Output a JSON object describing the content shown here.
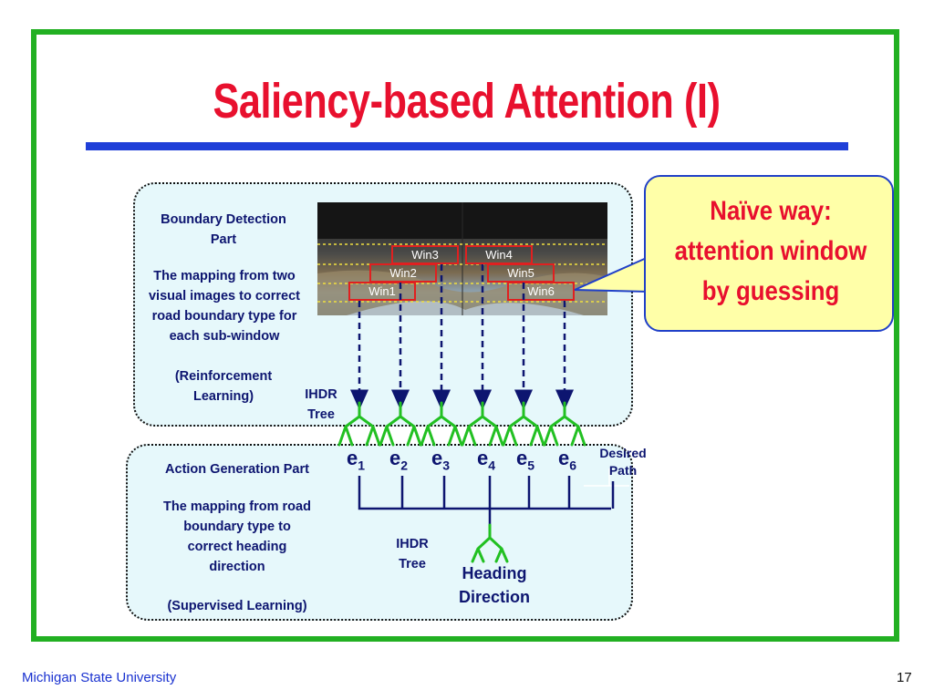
{
  "title": "Saliency-based Attention (I)",
  "callout": {
    "lines": [
      "Naïve way:",
      "attention window",
      "by guessing"
    ]
  },
  "boundary_part": {
    "heading": [
      "Boundary Detection",
      "Part"
    ],
    "mapping": [
      "The mapping from two",
      "visual images to correct",
      "road boundary type for",
      "each sub-window"
    ],
    "learning": [
      "(Reinforcement",
      "Learning)"
    ]
  },
  "action_part": {
    "heading": "Action Generation Part",
    "mapping": [
      "The mapping from road",
      "boundary type to",
      "correct heading",
      "direction"
    ],
    "learning": "(Supervised Learning)"
  },
  "windows": [
    "Win3",
    "Win4",
    "Win2",
    "Win5",
    "Win1",
    "Win6"
  ],
  "tree_label_top": [
    "IHDR",
    "Tree"
  ],
  "tree_label_bottom": [
    "IHDR",
    "Tree"
  ],
  "outputs": [
    {
      "base": "e",
      "sub": "1"
    },
    {
      "base": "e",
      "sub": "2"
    },
    {
      "base": "e",
      "sub": "3"
    },
    {
      "base": "e",
      "sub": "4"
    },
    {
      "base": "e",
      "sub": "5"
    },
    {
      "base": "e",
      "sub": "6"
    }
  ],
  "desired_path": [
    "Desired",
    "Path"
  ],
  "heading_direction": [
    "Heading",
    "Direction"
  ],
  "footer": {
    "institution": "Michigan State University",
    "page": "17"
  },
  "colors": {
    "frame": "#22b022",
    "title": "#e8102e",
    "rule": "#1f3fd8",
    "tree": "#22c022",
    "navy": "#0d1570",
    "window_border": "#e02020"
  }
}
